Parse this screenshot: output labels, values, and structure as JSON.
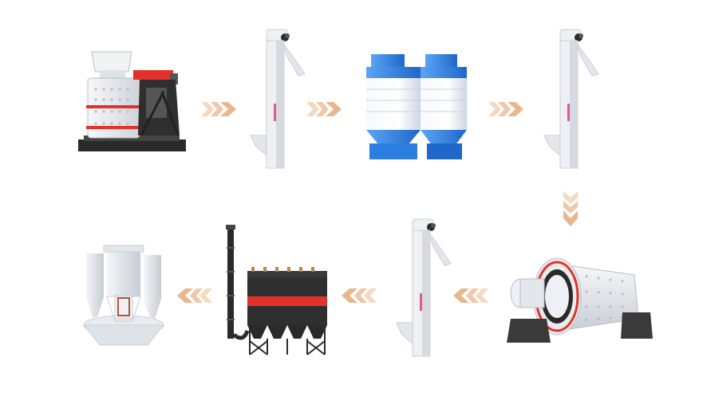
{
  "diagram": {
    "type": "process-flow",
    "stages": [
      {
        "id": "crusher",
        "icon": "vertical-compound-crusher-icon"
      },
      {
        "id": "elevator-1",
        "icon": "bucket-elevator-icon"
      },
      {
        "id": "silos",
        "icon": "storage-silo-icon"
      },
      {
        "id": "elevator-2",
        "icon": "bucket-elevator-icon"
      },
      {
        "id": "ball-mill",
        "icon": "ball-mill-icon"
      },
      {
        "id": "elevator-3",
        "icon": "bucket-elevator-icon"
      },
      {
        "id": "dust-collector",
        "icon": "bag-dust-collector-icon"
      },
      {
        "id": "separator",
        "icon": "cyclone-separator-icon"
      }
    ],
    "flow": [
      [
        "crusher",
        "elevator-1"
      ],
      [
        "elevator-1",
        "silos"
      ],
      [
        "silos",
        "elevator-2"
      ],
      [
        "elevator-2",
        "ball-mill"
      ],
      [
        "ball-mill",
        "elevator-3"
      ],
      [
        "elevator-3",
        "dust-collector"
      ],
      [
        "dust-collector",
        "separator"
      ]
    ],
    "colors": {
      "arrow": "#e9b78e",
      "arrow_light": "#f4d9c1",
      "equipment_body": "#eef0f3",
      "equipment_shade": "#c9ced5",
      "accent_red": "#e2322b",
      "silo_blue": "#2c7fe0",
      "dark_frame": "#2a2a2a"
    }
  }
}
